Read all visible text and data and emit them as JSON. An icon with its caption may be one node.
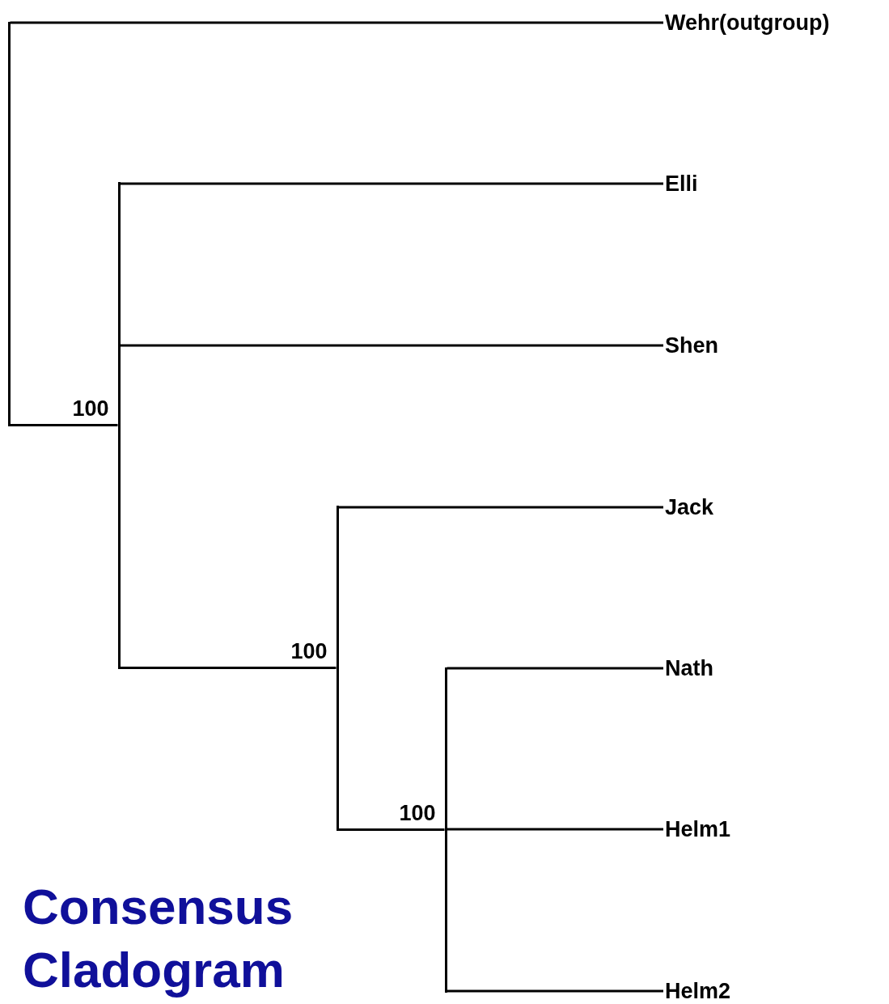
{
  "diagram": {
    "title": "Consensus Cladogram",
    "nodes": [
      {
        "text": [],
        "shape": "bar"
      },
      {
        "text": [
          "Wehr(outgroup)"
        ]
      },
      {
        "text": [],
        "shape": "bar",
        "beside": [
          "100"
        ]
      },
      {
        "text": [
          "Elli"
        ]
      },
      {
        "text": [
          "Shen"
        ]
      },
      {
        "text": [],
        "shape": "bar",
        "beside": [
          "100"
        ]
      },
      {
        "text": [
          "Jack"
        ]
      },
      {
        "text": [],
        "shape": "bar",
        "beside": [
          "100"
        ]
      },
      {
        "text": [
          "Nath"
        ]
      },
      {
        "text": [
          "Helm1"
        ]
      },
      {
        "text": [
          "Helm2"
        ]
      }
    ],
    "edges": [
      {
        "from": 0,
        "to": 1,
        "arrow": "none"
      },
      {
        "from": 0,
        "to": 2,
        "arrow": "none"
      },
      {
        "from": 2,
        "to": 3,
        "arrow": "none"
      },
      {
        "from": 2,
        "to": 4,
        "arrow": "none"
      },
      {
        "from": 2,
        "to": 5,
        "arrow": "none"
      },
      {
        "from": 5,
        "to": 6,
        "arrow": "none"
      },
      {
        "from": 5,
        "to": 7,
        "arrow": "none"
      },
      {
        "from": 7,
        "to": 8,
        "arrow": "none"
      },
      {
        "from": 7,
        "to": 9,
        "arrow": "none"
      },
      {
        "from": 7,
        "to": 10,
        "arrow": "none"
      }
    ]
  }
}
